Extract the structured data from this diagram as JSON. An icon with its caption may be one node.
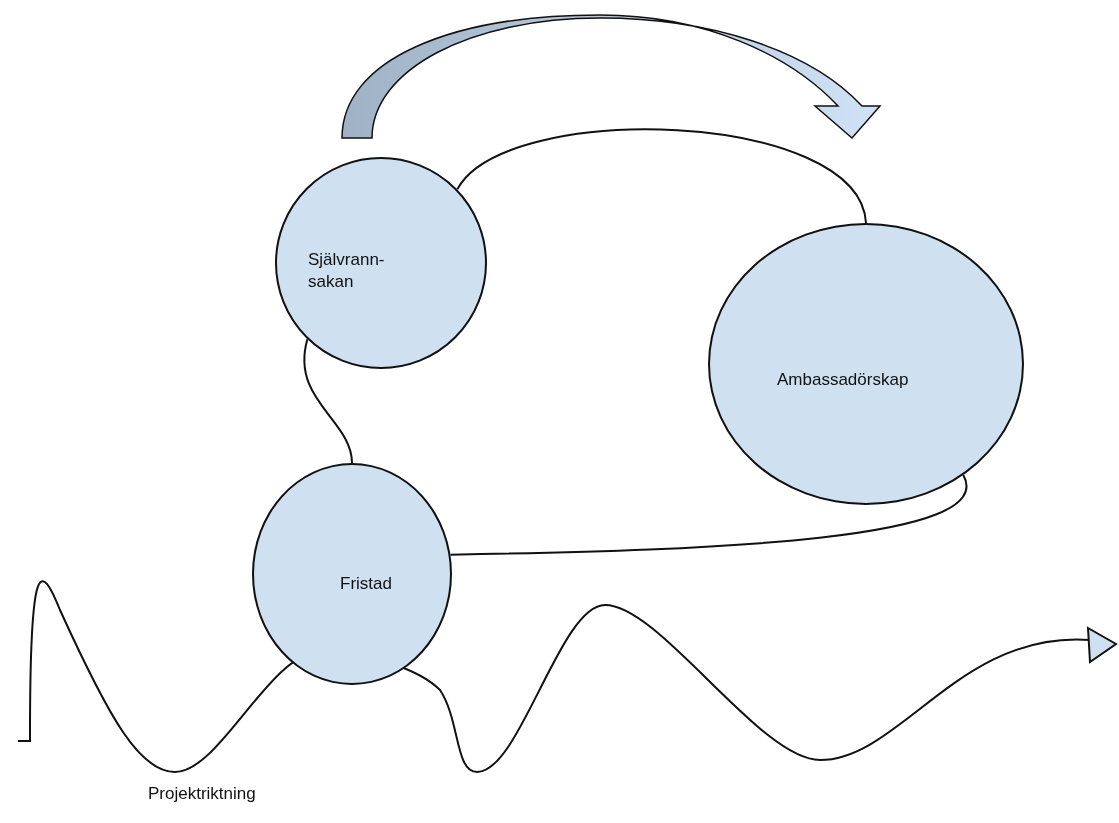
{
  "diagram": {
    "nodes": [
      {
        "text": [
          "Självrann-sakan"
        ]
      },
      {
        "text": [
          "Ambassadörskap"
        ]
      },
      {
        "text": [
          "Fristad"
        ]
      }
    ],
    "edges": [
      {
        "from": 0,
        "to": 1,
        "arrow": "none"
      },
      {
        "from": 0,
        "to": 2,
        "arrow": "none"
      },
      {
        "from": 2,
        "to": 1,
        "arrow": "none"
      }
    ],
    "labels": [
      "Projektriktning"
    ]
  }
}
